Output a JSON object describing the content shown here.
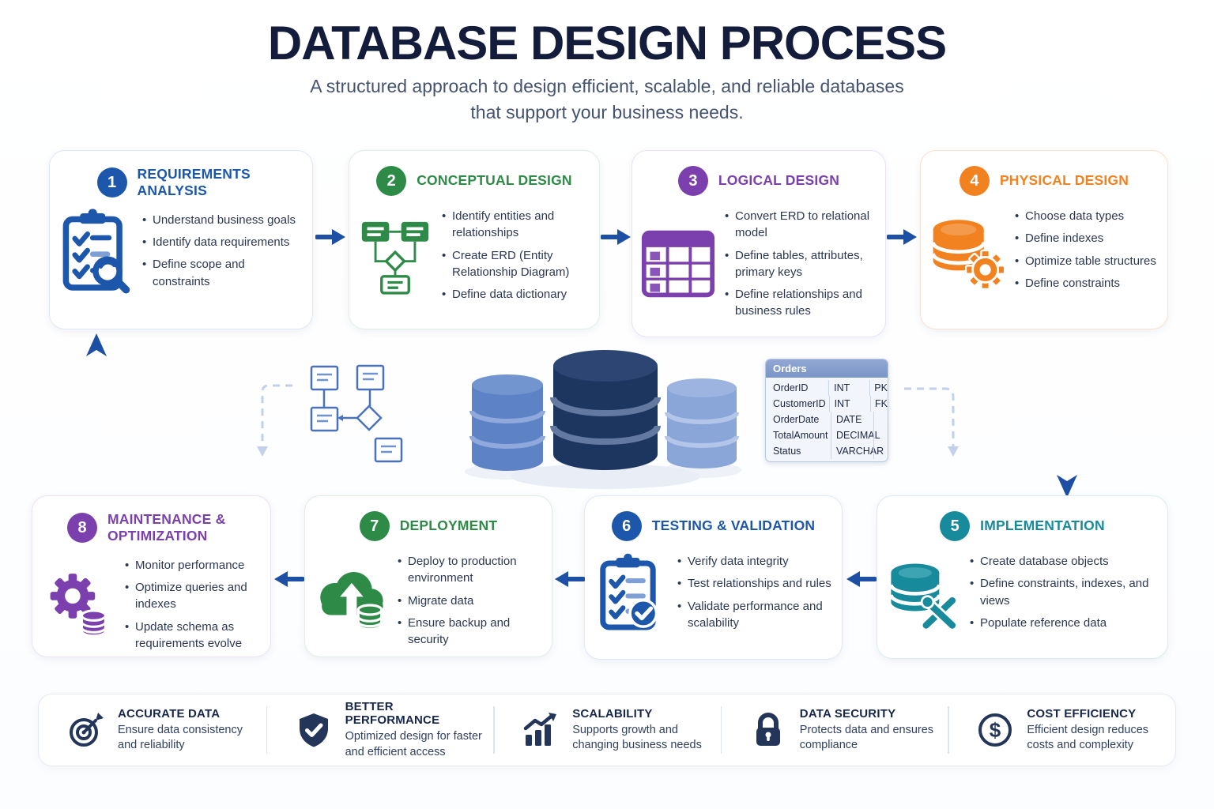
{
  "header": {
    "title": "DATABASE DESIGN PROCESS",
    "subtitle": "A structured approach to design efficient, scalable, and reliable databases that support your business needs."
  },
  "steps": [
    {
      "num": "1",
      "title": "REQUIREMENTS ANALYSIS",
      "color": "#1d57ab",
      "icon": "clipboard-checklist-magnifier-icon",
      "bullets": [
        "Understand business goals",
        "Identify data requirements",
        "Define scope and constraints"
      ]
    },
    {
      "num": "2",
      "title": "CONCEPTUAL DESIGN",
      "color": "#2e8b47",
      "icon": "erd-diagram-icon",
      "bullets": [
        "Identify entities and relationships",
        "Create ERD (Entity Relationship Diagram)",
        "Define data dictionary"
      ]
    },
    {
      "num": "3",
      "title": "LOGICAL DESIGN",
      "color": "#7b3fae",
      "icon": "table-grid-icon",
      "bullets": [
        "Convert ERD to relational model",
        "Define tables, attributes, primary keys",
        "Define relationships and business rules"
      ]
    },
    {
      "num": "4",
      "title": "PHYSICAL DESIGN",
      "color": "#f28220",
      "icon": "database-gear-icon",
      "bullets": [
        "Choose data types",
        "Define indexes",
        "Optimize table structures",
        "Define constraints"
      ]
    },
    {
      "num": "5",
      "title": "IMPLEMENTATION",
      "color": "#178a9c",
      "icon": "database-tools-icon",
      "bullets": [
        "Create database objects",
        "Define constraints, indexes, and views",
        "Populate reference data"
      ]
    },
    {
      "num": "6",
      "title": "TESTING & VALIDATION",
      "color": "#1d57ab",
      "icon": "clipboard-check-icon",
      "bullets": [
        "Verify data integrity",
        "Test relationships and rules",
        "Validate performance and scalability"
      ]
    },
    {
      "num": "7",
      "title": "DEPLOYMENT",
      "color": "#2e8b47",
      "icon": "cloud-upload-database-icon",
      "bullets": [
        "Deploy to production environment",
        "Migrate data",
        "Ensure backup and security"
      ]
    },
    {
      "num": "8",
      "title": "MAINTENANCE & OPTIMIZATION",
      "color": "#7b3fae",
      "icon": "gear-database-icon",
      "bullets": [
        "Monitor performance",
        "Optimize queries and indexes",
        "Update schema as requirements evolve"
      ]
    }
  ],
  "orders_table": {
    "title": "Orders",
    "rows": [
      {
        "field": "OrderID",
        "type": "INT",
        "key": "PK"
      },
      {
        "field": "CustomerID",
        "type": "INT",
        "key": "FK"
      },
      {
        "field": "OrderDate",
        "type": "DATE",
        "key": ""
      },
      {
        "field": "TotalAmount",
        "type": "DECIMAL",
        "key": ""
      },
      {
        "field": "Status",
        "type": "VARCHAR",
        "key": ""
      }
    ]
  },
  "benefits": [
    {
      "title": "ACCURATE DATA",
      "desc": "Ensure data consistency and reliability",
      "icon": "target-icon"
    },
    {
      "title": "BETTER PERFORMANCE",
      "desc": "Optimized design for faster and efficient access",
      "icon": "shield-check-icon"
    },
    {
      "title": "SCALABILITY",
      "desc": "Supports growth and changing business needs",
      "icon": "growth-chart-icon"
    },
    {
      "title": "DATA SECURITY",
      "desc": "Protects data and ensures compliance",
      "icon": "padlock-icon"
    },
    {
      "title": "COST EFFICIENCY",
      "desc": "Efficient design reduces costs and complexity",
      "icon": "dollar-icon"
    }
  ],
  "colors": {
    "title_navy": "#131d3b",
    "accent_blue": "#1d57ab",
    "accent_green": "#2e8b47",
    "accent_purple": "#7b3fae",
    "accent_orange": "#f28220",
    "accent_teal": "#178a9c",
    "arrow_blue": "#1d4fa5",
    "dashed_connector": "#c3d0ea",
    "benefit_icon_navy": "#24355a"
  }
}
